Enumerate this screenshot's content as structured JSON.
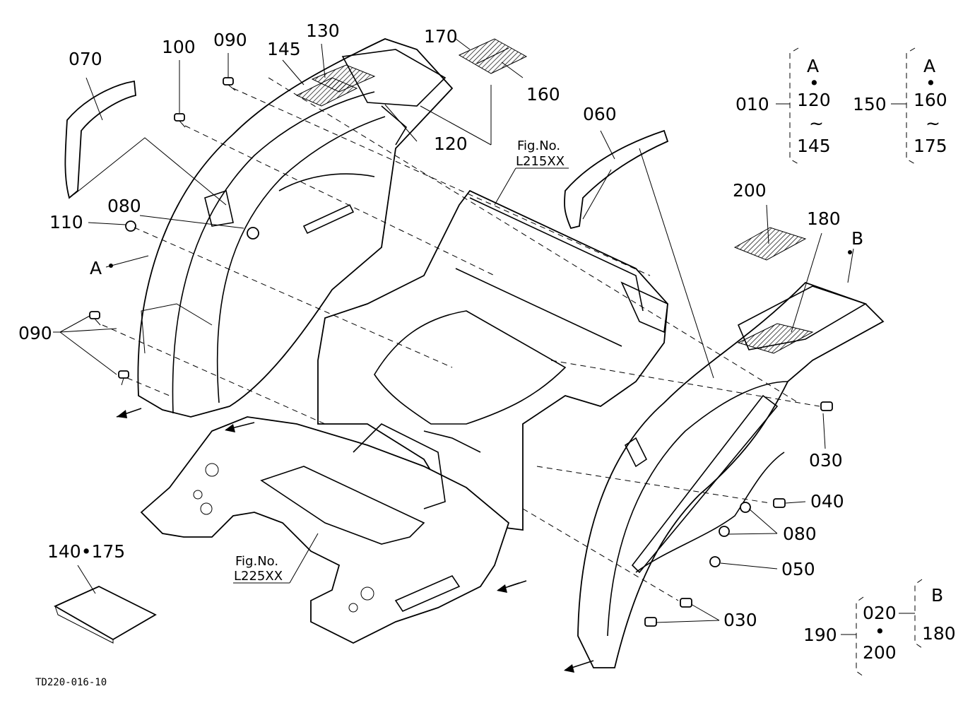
{
  "diagram_code": "TD220-016-10",
  "parts": {
    "p010": "010",
    "p020": "020",
    "p030": "030",
    "p040": "040",
    "p050": "050",
    "p060": "060",
    "p070": "070",
    "p080": "080",
    "p090": "090",
    "p100": "100",
    "p110": "110",
    "p120": "120",
    "p130": "130",
    "p140_175": "140•175",
    "p145": "145",
    "p150": "150",
    "p160": "160",
    "p170": "170",
    "p175": "175",
    "p180": "180",
    "p190": "190",
    "p200": "200"
  },
  "refs": {
    "A": "A",
    "B": "B"
  },
  "figures": {
    "fig_label": "Fig.No.",
    "upper": "L215XX",
    "lower": "L225XX"
  },
  "legend": {
    "g010": {
      "part": "010",
      "ref": "A",
      "sep": "•",
      "from": "120",
      "tilde": "~",
      "to": "145"
    },
    "g150": {
      "part": "150",
      "ref": "A",
      "sep": "•",
      "from": "160",
      "tilde": "~",
      "to": "175"
    },
    "g190": {
      "part": "190",
      "a": "020",
      "sep": "•",
      "b": "200",
      "ref": "B",
      "c": "180"
    }
  }
}
